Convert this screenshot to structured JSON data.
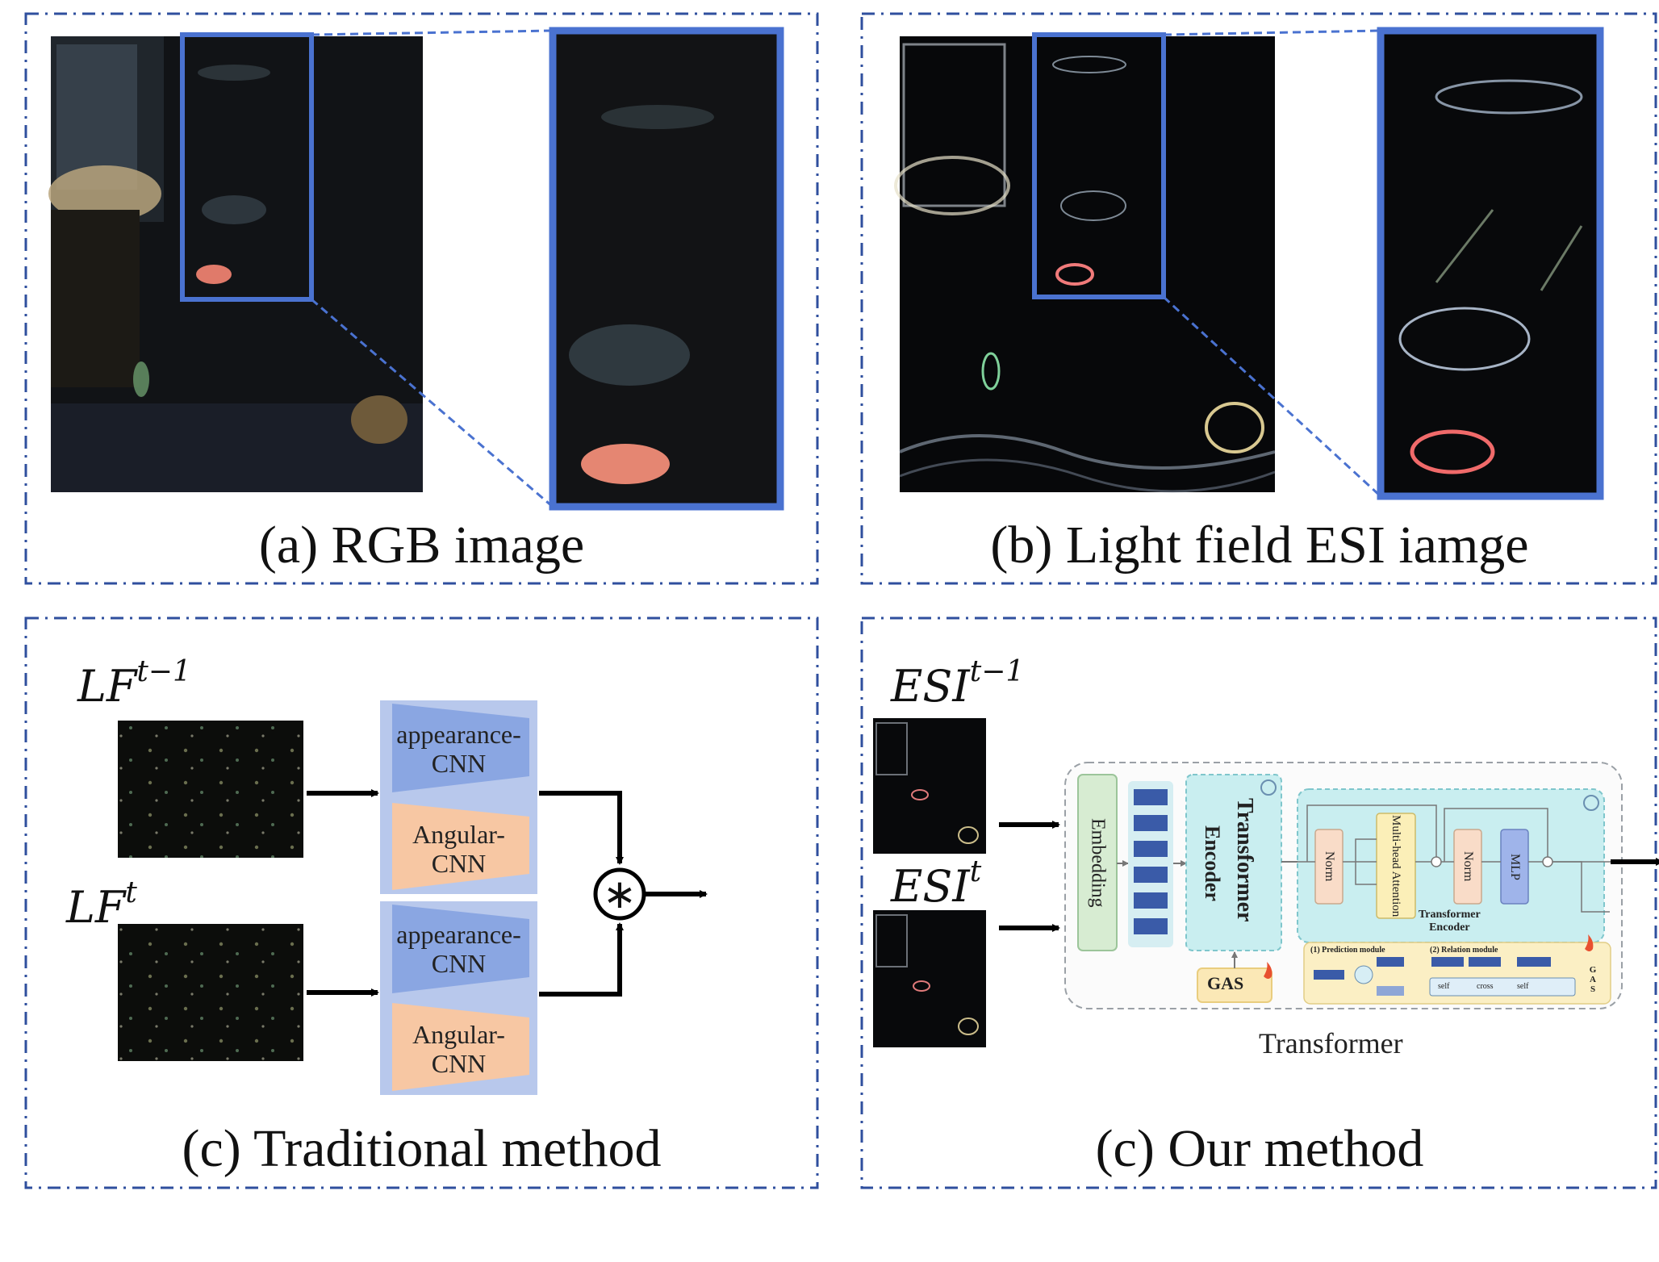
{
  "panels": {
    "a": {
      "caption": "(a) RGB image"
    },
    "b": {
      "caption": "(b) Light field ESI iamge"
    },
    "c_traditional": {
      "caption": "(c) Traditional method",
      "input_prev": {
        "base": "LF",
        "sup": "t−1"
      },
      "input_curr": {
        "base": "LF",
        "sup": "t"
      },
      "appearance_cnn": [
        "appearance-",
        "CNN"
      ],
      "angular_cnn": [
        "Angular-",
        "CNN"
      ],
      "fusion_symbol": "∗"
    },
    "c_ours": {
      "caption": "(c) Our method",
      "input_prev": {
        "base": "ESI",
        "sup": "t−1"
      },
      "input_curr": {
        "base": "ESI",
        "sup": "t"
      },
      "transformer_caption": "Transformer",
      "embedding": "Embedding",
      "encoder_title": "Transformer",
      "encoder_sub": "Encoder",
      "gas": "GAS",
      "norm": "Norm",
      "attention": "Multi-head Attention",
      "mlp": "MLP",
      "te_label_1": "Transformer",
      "te_label_2": "Encoder",
      "prediction_module": "(1) Prediction module",
      "relation_module": "(2) Relation module",
      "rel_self": "self",
      "rel_cross": "cross",
      "gas_vertical": "GAS"
    }
  },
  "colors": {
    "frame": "#2f4f9e",
    "highlight": "#4a72d0",
    "cnn_bg": "#b8c8ec",
    "appearance": "#8aa6e2",
    "angular": "#f7c7a3",
    "embedding": "#d7ecd2",
    "encoder": "#c9eef0",
    "gas": "#fbe8b6",
    "norm": "#f9dcc8",
    "attention": "#fbefb8",
    "mlp": "#9fb4ea"
  }
}
